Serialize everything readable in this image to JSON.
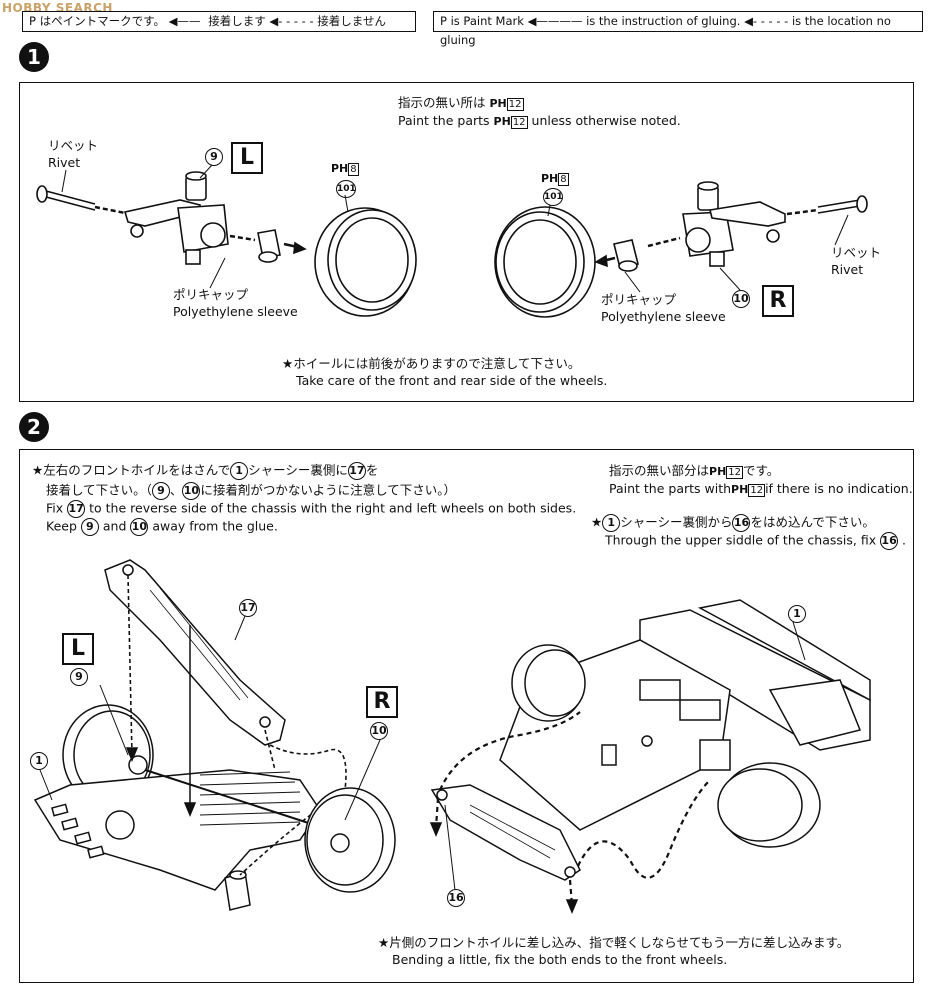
{
  "watermark": "HOBBY SEARCH",
  "legend_jp": {
    "prefix": "P はペイントマークです。",
    "glue": "接着します",
    "noglue": "接着しません"
  },
  "legend_en": {
    "prefix": "P is Paint Mark",
    "glue": "is the instruction of gluing.",
    "noglue": "is the location no gluing"
  },
  "step1": {
    "number": "1",
    "note_jp": "指示の無い所は",
    "note_en": "Paint the parts",
    "note_en_suffix": "unless otherwise noted.",
    "paint_code": "12",
    "paint_prefix": "PH",
    "rivet_jp": "リベット",
    "rivet_en": "Rivet",
    "part_left": "9",
    "part_right": "10",
    "side_left": "L",
    "side_right": "R",
    "wheel_part": "101",
    "wheel_paint": "8",
    "sleeve_jp": "ポリキャップ",
    "sleeve_en": "Polyethylene sleeve",
    "caution_jp": "★ホイールには前後がありますので注意して下さい。",
    "caution_en": "Take care of the front and rear side of the wheels."
  },
  "step2": {
    "number": "2",
    "left_jp_1a": "★左右のフロントホイルをはさんで",
    "left_jp_1b": "シャーシー裏側に",
    "left_jp_1c": "を",
    "left_jp_2a": "接着して下さい。（",
    "left_jp_2b": "に接着剤がつかないように注意して下さい。）",
    "left_en_1a": "Fix",
    "left_en_1b": "to the reverse side of the chassis with the right  and left wheels on both sides.",
    "left_en_2a": "Keep",
    "left_en_2b": "and",
    "left_en_2c": "away from the glue.",
    "right_jp_note": "指示の無い部分は",
    "right_jp_note_b": "です。",
    "right_en_note": "Paint the parts with",
    "right_en_note_b": "if there is no indication.",
    "right_jp_2a": "★",
    "right_jp_2b": "シャーシー裏側から",
    "right_jp_2c": "をはめ込んで下さい。",
    "right_en_2a": "Through the upper siddle of the chassis, fix",
    "paint_code": "12",
    "part_chassis": "1",
    "part_17": "17",
    "part_16": "16",
    "part_9": "9",
    "part_10": "10",
    "side_left": "L",
    "side_right": "R",
    "bottom_jp": "★片側のフロントホイルに差し込み、指で軽くしならせてもう一方に差し込みます。",
    "bottom_en": "Bending a little, fix the both ends to the front wheels."
  }
}
